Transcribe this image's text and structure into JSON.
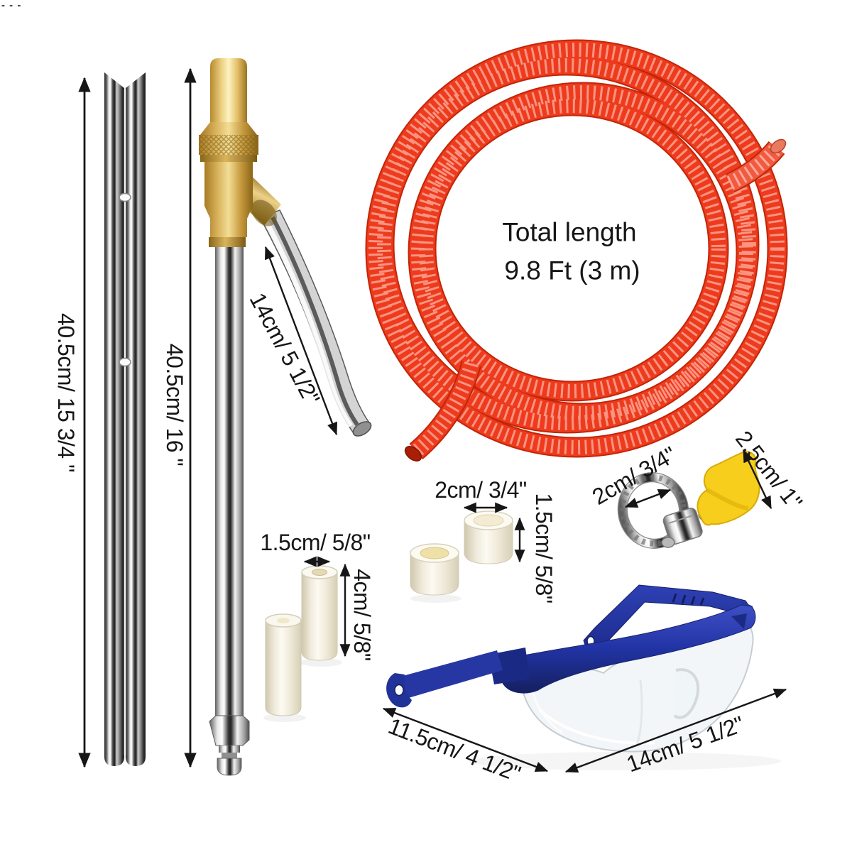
{
  "corner_marks": "- - -",
  "hose_note": {
    "line1": "Total length",
    "line2": "9.8 Ft (3 m)"
  },
  "dimensions": {
    "rod_length": "40.5cm/ 15 3/4 \"",
    "wand_length": "40.5cm/ 16 \"",
    "angled_tube_length": "14cm/ 5 1/2\"",
    "nozzle_diameter": "1.5cm/ 5/8\"",
    "nozzle_length": "4cm/ 5/8\"",
    "ring_diameter": "2cm/ 3/4\"",
    "ring_height": "1.5cm/ 5/8\"",
    "clamp_diameter": "2cm/ 3/4\"",
    "clamp_key_height": "2.5cm/ 1\"",
    "glasses_width": "11.5cm/ 4 1/2\"",
    "glasses_length": "14cm/ 5 1/2\""
  },
  "colors": {
    "background": "#ffffff",
    "annotation_black": "#161616",
    "hose_red": "#ee3b1e",
    "hose_red_dark": "#c22507",
    "brass": "#c9a04a",
    "brass_light": "#f2dd9b",
    "steel_dark": "#3a3a3a",
    "chrome_light": "#e8e8e8",
    "ceramic_white": "#f3efe2",
    "key_yellow": "#f6ce1b",
    "glasses_blue": "#2636a3"
  }
}
